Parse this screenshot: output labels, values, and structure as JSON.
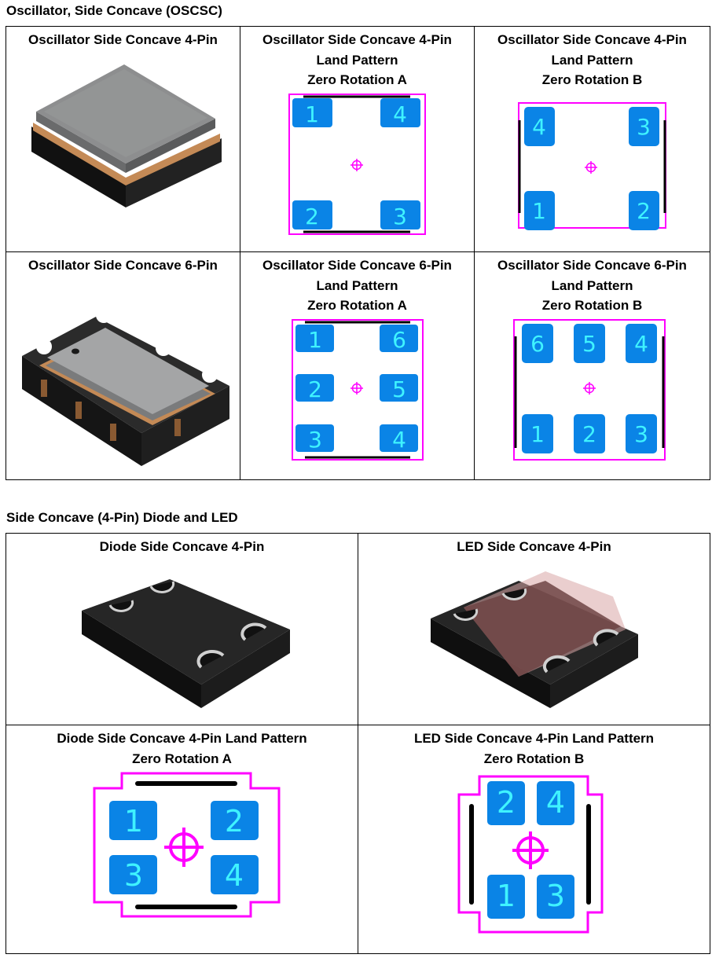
{
  "sections": [
    {
      "title": "Oscillator, Side Concave (OSCSC)",
      "rows": [
        [
          {
            "caption": [
              "Oscillator Side Concave 4-Pin"
            ]
          },
          {
            "caption": [
              "Oscillator Side Concave 4-Pin",
              "Land Pattern",
              "Zero Rotation A"
            ],
            "pins": [
              "1",
              "4",
              "2",
              "3"
            ]
          },
          {
            "caption": [
              "Oscillator Side Concave 4-Pin",
              "Land Pattern",
              "Zero Rotation B"
            ],
            "pins": [
              "4",
              "3",
              "1",
              "2"
            ]
          }
        ],
        [
          {
            "caption": [
              "Oscillator Side Concave 6-Pin"
            ]
          },
          {
            "caption": [
              "Oscillator Side Concave 6-Pin",
              "Land Pattern",
              "Zero Rotation A"
            ],
            "pins": [
              "1",
              "6",
              "2",
              "5",
              "3",
              "4"
            ]
          },
          {
            "caption": [
              "Oscillator Side Concave 6-Pin",
              "Land Pattern",
              "Zero Rotation B"
            ],
            "pins": [
              "6",
              "5",
              "4",
              "1",
              "2",
              "3"
            ]
          }
        ]
      ]
    },
    {
      "title": "Side Concave (4-Pin) Diode and LED",
      "rows": [
        [
          {
            "caption": [
              "Diode Side Concave 4-Pin"
            ]
          },
          {
            "caption": [
              "LED Side Concave 4-Pin"
            ]
          }
        ],
        [
          {
            "caption": [
              "Diode Side Concave 4-Pin Land Pattern",
              "Zero Rotation A"
            ],
            "pins": [
              "1",
              "2",
              "3",
              "4"
            ]
          },
          {
            "caption": [
              "LED Side Concave 4-Pin Land Pattern",
              "Zero Rotation B"
            ],
            "pins": [
              "2",
              "4",
              "1",
              "3"
            ]
          }
        ]
      ]
    }
  ],
  "colors": {
    "pad": "#0a84e6",
    "pad_number": "#3ff3ff",
    "courtyard": "#ff00ff",
    "silkscreen": "#000000",
    "osc_body": "#8d8e8f",
    "osc_ring": "#c48a56",
    "led_lens": "#d9a6a6"
  }
}
